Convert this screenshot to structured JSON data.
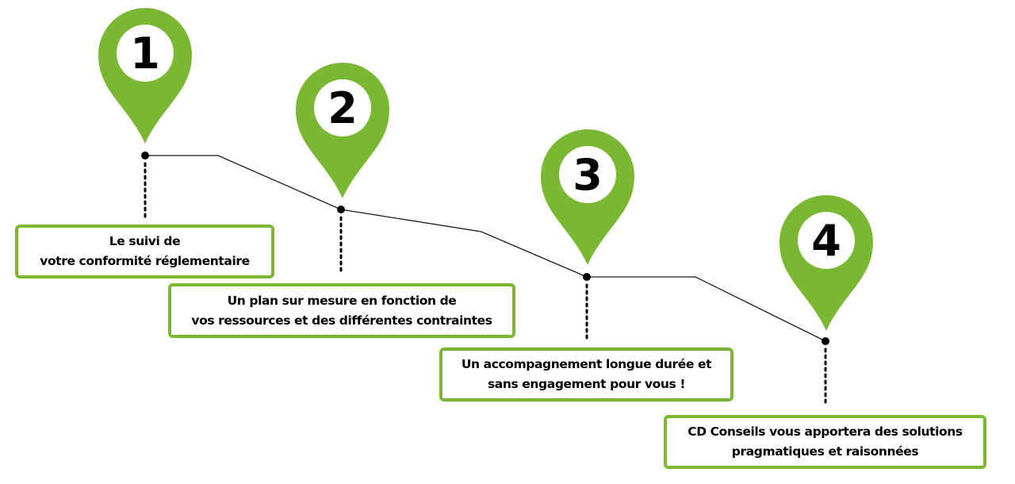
{
  "colors": {
    "pin": "#7ab833",
    "border": "#7ab833",
    "line": "#1a1a1a"
  },
  "icons": [
    "map-pin-icon"
  ],
  "steps": [
    {
      "number": "1",
      "line1": "Le suivi de",
      "line2": "votre conformité réglementaire"
    },
    {
      "number": "2",
      "line1": "Un plan sur mesure en fonction de",
      "line2": "vos ressources et des différentes contraintes"
    },
    {
      "number": "3",
      "line1": "Un accompagnement longue durée et",
      "line2": "sans engagement pour vous !"
    },
    {
      "number": "4",
      "line1": "CD Conseils vous apportera des solutions",
      "line2": "pragmatiques et raisonnées"
    }
  ]
}
